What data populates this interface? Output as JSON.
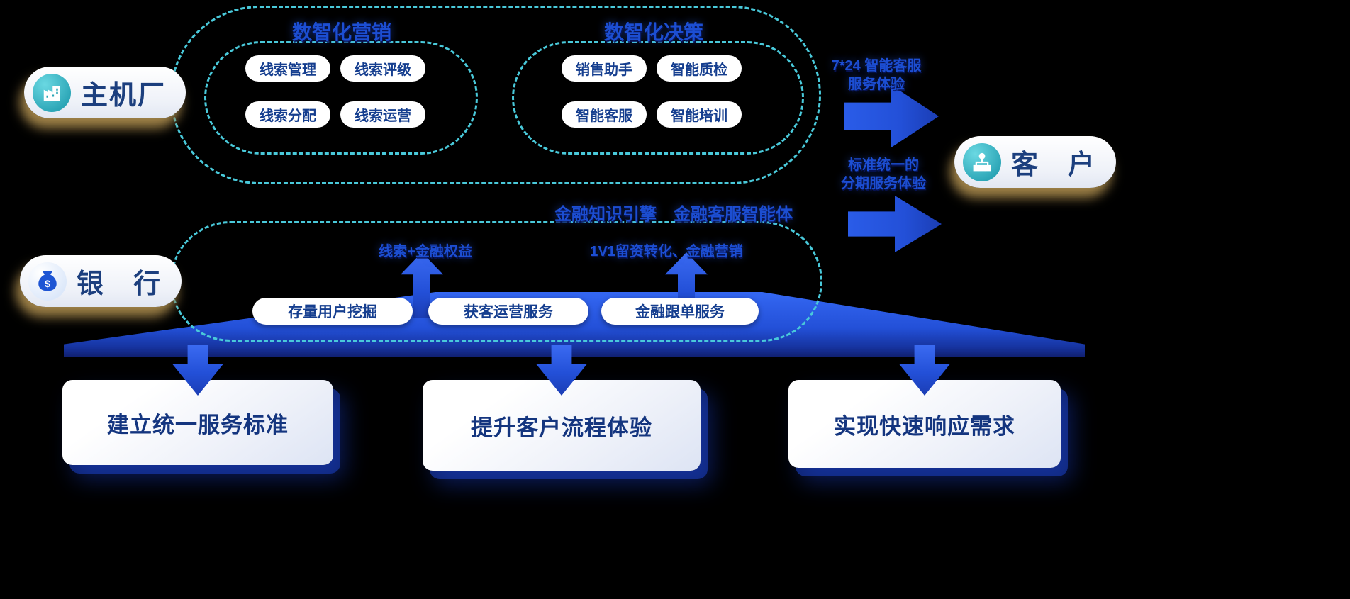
{
  "entities": {
    "oem": {
      "label": "主机厂"
    },
    "bank": {
      "label": "银　行"
    },
    "customer": {
      "label": "客　户"
    }
  },
  "marketing": {
    "title": "数智化营销",
    "items": [
      "线索管理",
      "线索评级",
      "线索分配",
      "线索运营"
    ]
  },
  "decision": {
    "title": "数智化决策",
    "items": [
      "销售助手",
      "智能质检",
      "智能客服",
      "智能培训"
    ]
  },
  "finance": {
    "engine_title": "金融知识引擎　金融客服智能体",
    "left_label": "线索+金融权益",
    "right_label": "1V1留资转化、金融营销",
    "items": [
      "存量用户挖掘",
      "获客运营服务",
      "金融跟单服务"
    ]
  },
  "flow_arrows": {
    "top_line1": "7*24 智能客服",
    "top_line2": "服务体验",
    "bottom_line1": "标准统一的",
    "bottom_line2": "分期服务体验"
  },
  "outcomes": [
    "建立统一服务标准",
    "提升客户流程体验",
    "实现快速响应需求"
  ],
  "colors": {
    "background": "#000000",
    "dashed_teal": "#49c9da",
    "primary_blue": "#1c4ed2",
    "arrow_blue": "#2a5ce8",
    "pill_text_blue": "#153e8f",
    "card_text_blue": "#14357f",
    "icon_teal": "#35b8c6",
    "tan_shadow": "#c2a368"
  }
}
